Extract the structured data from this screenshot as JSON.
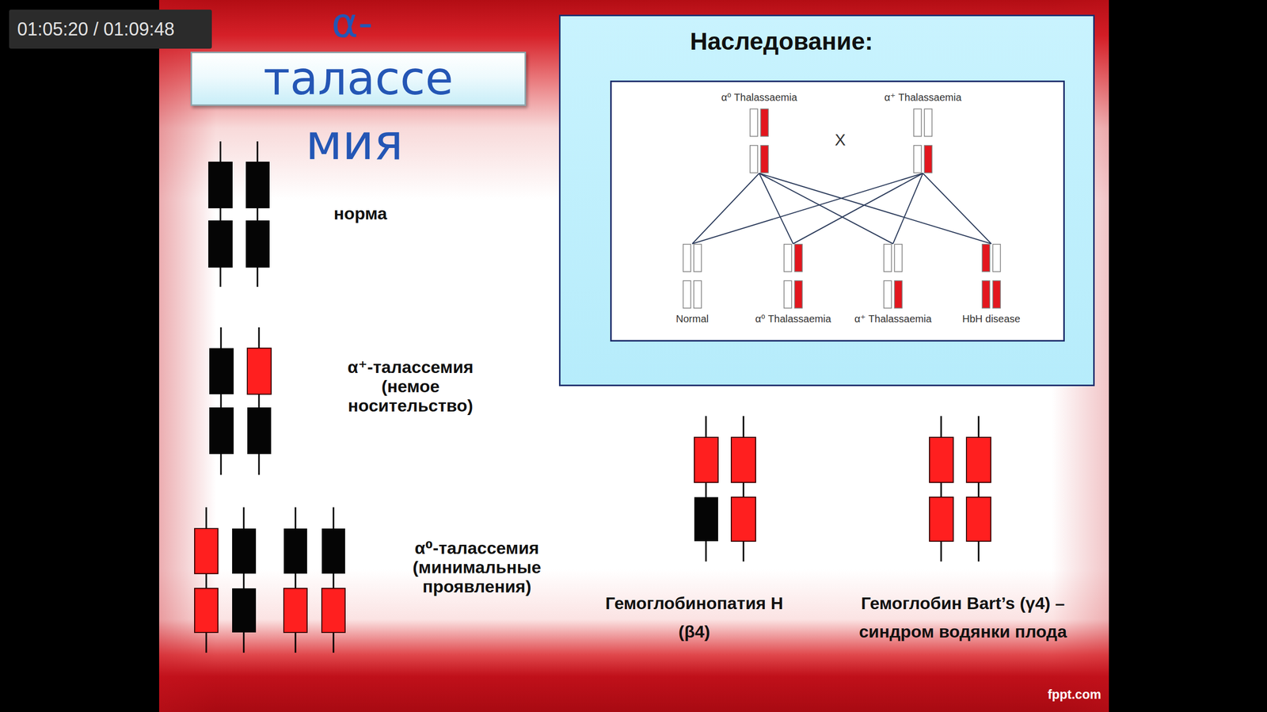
{
  "diagram": {
    "nodes": [
      {
        "text": [
          "01:05:20 / 01:09:48"
        ]
      },
      {
        "text": [
          "талассе"
        ]
      },
      {
        "text": [
          "Наследование:"
        ]
      },
      {
        "text": [
          "α⁰ Thalassaemia"
        ],
        "in": 2
      },
      {
        "text": [
          "α⁺ Thalassaemia"
        ],
        "in": 2
      },
      {
        "text": [
          "Normal"
        ],
        "in": 2
      },
      {
        "text": [
          "α⁰ Thalassaemia"
        ],
        "in": 2
      },
      {
        "text": [
          "α⁺ Thalassaemia"
        ],
        "in": 2
      },
      {
        "text": [
          "HbH disease"
        ],
        "in": 2
      }
    ],
    "edges": [
      {
        "from": 3,
        "to": 5,
        "arrow": "none"
      },
      {
        "from": 3,
        "to": 6,
        "arrow": "none"
      },
      {
        "from": 3,
        "to": 7,
        "arrow": "none"
      },
      {
        "from": 3,
        "to": 8,
        "arrow": "none"
      },
      {
        "from": 4,
        "to": 5,
        "arrow": "none"
      },
      {
        "from": 4,
        "to": 6,
        "arrow": "none"
      },
      {
        "from": 4,
        "to": 7,
        "arrow": "none"
      },
      {
        "from": 4,
        "to": 8,
        "arrow": "none"
      }
    ],
    "labels": [
      "α-",
      "мия",
      "норма",
      "α⁺-талассемия (немое носительство)",
      "X",
      "α⁰-талассемия (минимальные проявления)",
      "Гемоглобинопатия H (β4)",
      "Гемоглобин Bart’s (γ4) – синдром водянки плода",
      "fppt.com"
    ]
  }
}
